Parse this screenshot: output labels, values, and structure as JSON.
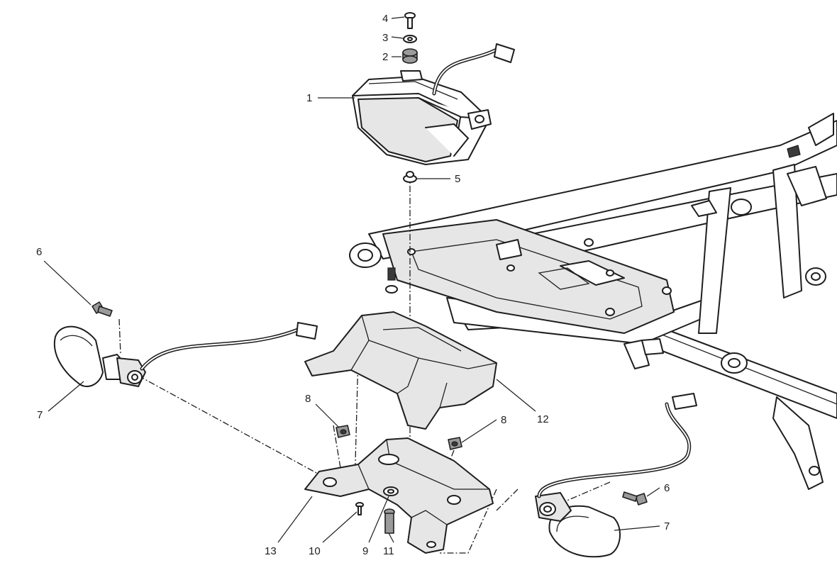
{
  "diagram": {
    "callouts": [
      {
        "id": "c1",
        "label": "1"
      },
      {
        "id": "c2",
        "label": "2"
      },
      {
        "id": "c3",
        "label": "3"
      },
      {
        "id": "c4",
        "label": "4"
      },
      {
        "id": "c5",
        "label": "5"
      },
      {
        "id": "c6a",
        "label": "6"
      },
      {
        "id": "c6b",
        "label": "6"
      },
      {
        "id": "c7a",
        "label": "7"
      },
      {
        "id": "c7b",
        "label": "7"
      },
      {
        "id": "c8a",
        "label": "8"
      },
      {
        "id": "c8b",
        "label": "8"
      },
      {
        "id": "c9",
        "label": "9"
      },
      {
        "id": "c10",
        "label": "10"
      },
      {
        "id": "c11",
        "label": "11"
      },
      {
        "id": "c12",
        "label": "12"
      },
      {
        "id": "c13",
        "label": "13"
      }
    ]
  }
}
